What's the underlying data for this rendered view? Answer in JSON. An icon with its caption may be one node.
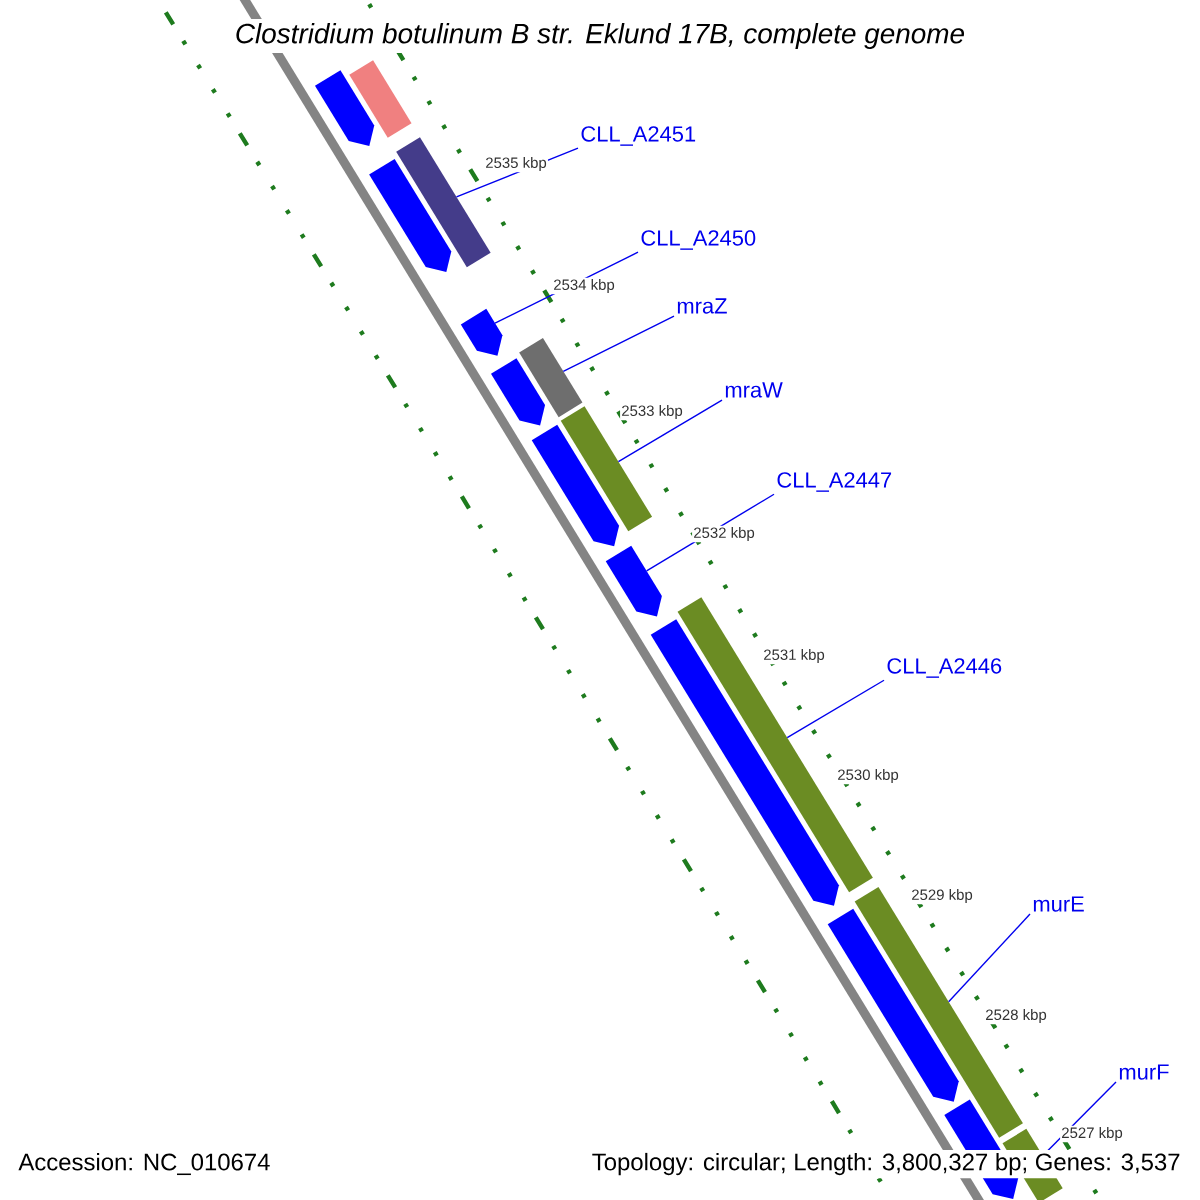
{
  "diagram": {
    "title": "Clostridium botulinum B str. Eklund 17B, complete genome",
    "nodes": [
      {
        "text": [
          "CLL_A2451"
        ]
      },
      {
        "text": [
          "CLL_A2450"
        ]
      },
      {
        "text": [
          "mraZ"
        ]
      },
      {
        "text": [
          "mraW"
        ]
      },
      {
        "text": [
          "CLL_A2447"
        ]
      },
      {
        "text": [
          "CLL_A2446"
        ]
      },
      {
        "text": [
          "murE"
        ]
      },
      {
        "text": [
          "murF"
        ]
      },
      {
        "text": [],
        "shape": "bar"
      },
      {
        "text": [],
        "shape": "arrow"
      },
      {
        "text": [],
        "shape": "bar"
      },
      {
        "text": [],
        "shape": "arrow"
      },
      {
        "text": [],
        "shape": "arrow"
      },
      {
        "text": [],
        "shape": "arrow"
      },
      {
        "text": [],
        "shape": "bar"
      },
      {
        "text": [],
        "shape": "arrow"
      },
      {
        "text": [],
        "shape": "bar"
      },
      {
        "text": [],
        "shape": "arrow"
      },
      {
        "text": [],
        "shape": "arrow"
      },
      {
        "text": [],
        "shape": "bar"
      },
      {
        "text": [],
        "shape": "arrow"
      },
      {
        "text": [],
        "shape": "bar"
      },
      {
        "text": [],
        "shape": "arrow"
      },
      {
        "text": [],
        "shape": "bar"
      }
    ],
    "edges": [
      {
        "from": 0,
        "to": 10,
        "arrow": "none"
      },
      {
        "from": 1,
        "to": 12,
        "arrow": "none"
      },
      {
        "from": 2,
        "to": 14,
        "arrow": "none"
      },
      {
        "from": 3,
        "to": 16,
        "arrow": "none"
      },
      {
        "from": 4,
        "to": 17,
        "arrow": "none"
      },
      {
        "from": 5,
        "to": 19,
        "arrow": "none"
      },
      {
        "from": 6,
        "to": 21,
        "arrow": "none"
      },
      {
        "from": 7,
        "to": 23,
        "arrow": "none"
      }
    ],
    "labels": [
      "2535 kbp",
      "2534 kbp",
      "2533 kbp",
      "2532 kbp",
      "2531 kbp",
      "2530 kbp",
      "2529 kbp",
      "2528 kbp",
      "2527 kbp",
      "Accession: NC_010674",
      "Topology: circular; Length: 3,800,327 bp; Genes: 3,537"
    ]
  }
}
